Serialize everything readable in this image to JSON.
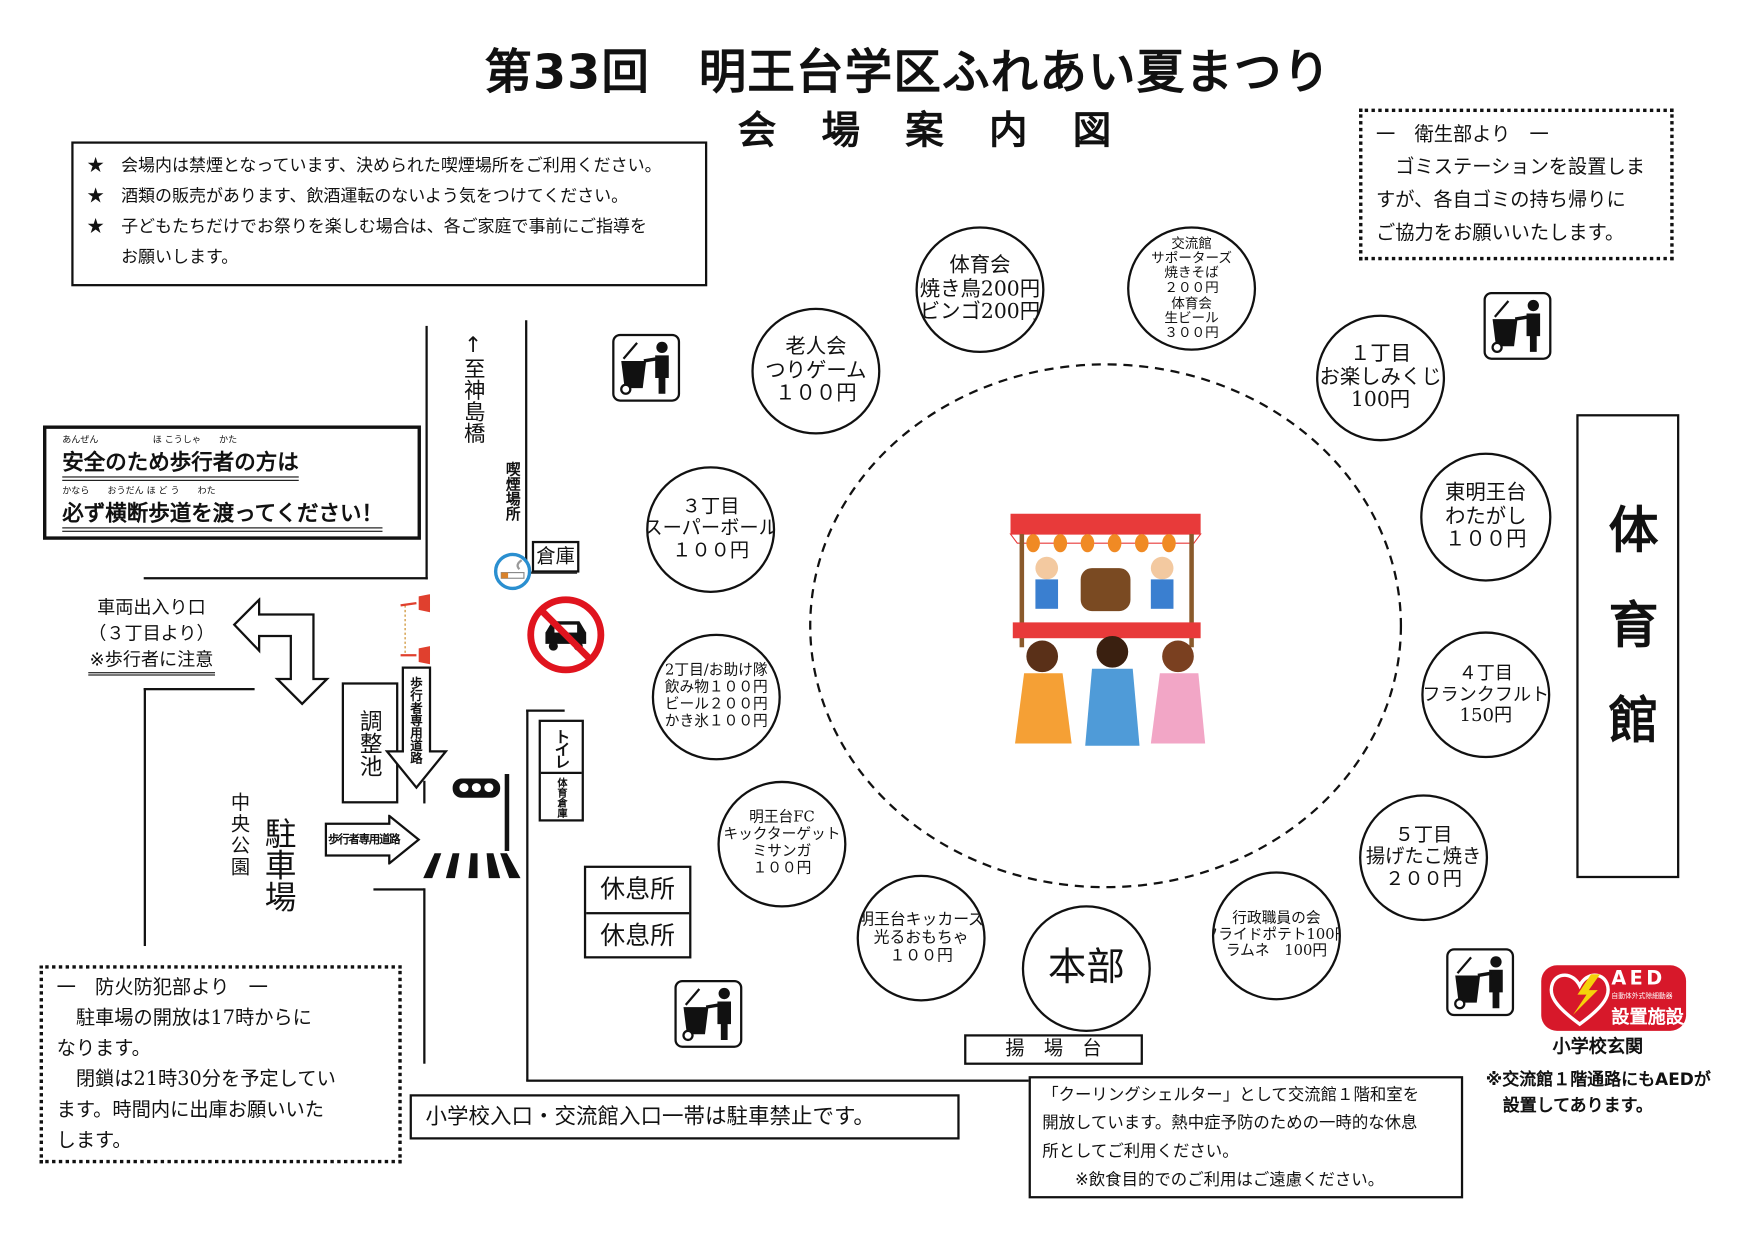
{
  "header": {
    "title": "第33回　明王台学区ふれあい夏まつり",
    "subtitle": "会場案内図"
  },
  "notices": {
    "rules": [
      "★　会場内は禁煙となっています、決められた喫煙場所をご利用ください。",
      "★　酒類の販売があります、飲酒運転のないよう気をつけてください。",
      "★　子どもたちだけでお祭りを楽しむ場合は、各ご家庭で事前にご指導を",
      "　　お願いします。"
    ],
    "sanitation": {
      "heading": "一　衛生部より　一",
      "lines": [
        "　ゴミステーションを設置しま",
        "すが、各自ゴミの持ち帰りに",
        "ご協力をお願いいたします。"
      ]
    },
    "safety": {
      "ruby1": "あんぜん　　　　　　ほ こうしゃ　　かた",
      "line1": "安全のため歩行者の方は",
      "ruby2": "かなら　　おうだん ほ ど う　　わた",
      "line2": "必ず横断歩道を渡ってください！"
    },
    "fire": {
      "heading": "一　防火防犯部より　一",
      "lines": [
        "　駐車場の開放は17時からに",
        "なります。",
        "　閉鎖は21時30分を予定してい",
        "ます。時間内に出庫お願いいた",
        "します。"
      ]
    },
    "no_parking": "小学校入口・交流館入口一帯は駐車禁止です。",
    "cooling": [
      "「クーリングシェルター」として交流館１階和室を",
      "開放しています。熱中症予防のための一時的な休息",
      "所としてご利用ください。",
      "　　※飲食目的でのご利用はご遠慮ください。"
    ],
    "aed_note": [
      "※交流館１階通路にもAEDが",
      "　設置してあります。"
    ]
  },
  "map": {
    "bridge": "↑至神島橋",
    "smoking_area": "喫煙場所",
    "warehouse": "倉庫",
    "vehicle_entrance": [
      "車両出入り口",
      "（３丁目より）",
      "※歩行者に注意"
    ],
    "pond": "調整池",
    "ped_road": "歩行者専用道路",
    "park": "中央公園",
    "parking": "駐車場",
    "toilet": "トイレ",
    "storage": "体育倉庫",
    "rest": [
      "休息所",
      "休息所"
    ],
    "gym": "体育館",
    "hq": "本部",
    "stage": "揚　場　台",
    "aed": {
      "title": "AED",
      "small": "自動体外式除細動器",
      "label": "設置施設"
    },
    "school_entrance": "小学校玄関"
  },
  "booths": [
    {
      "lines": [
        "老人会",
        "つりゲーム",
        "１００円"
      ]
    },
    {
      "lines": [
        "体育会",
        "焼き鳥200円",
        "ビンゴ200円"
      ]
    },
    {
      "lines": [
        "交流館",
        "サポーターズ",
        "焼きそば",
        "２００円",
        "体育会",
        "生ビール",
        "３００円"
      ]
    },
    {
      "lines": [
        "１丁目",
        "お楽しみくじ",
        "100円"
      ]
    },
    {
      "lines": [
        "３丁目",
        "スーパーボール",
        "１００円"
      ]
    },
    {
      "lines": [
        "東明王台",
        "わたがし",
        "１００円"
      ]
    },
    {
      "lines": [
        "2丁目/お助け隊",
        "飲み物１００円",
        "ビール２００円",
        "かき氷１００円"
      ]
    },
    {
      "lines": [
        "４丁目",
        "フランクフルト",
        "150円"
      ]
    },
    {
      "lines": [
        "明王台FC",
        "キックターゲット",
        "ミサンガ",
        "１００円"
      ]
    },
    {
      "lines": [
        "５丁目",
        "揚げたこ焼き",
        "２００円"
      ]
    },
    {
      "lines": [
        "明王台キッカーズ",
        "光るおもちゃ",
        "１００円"
      ]
    },
    {
      "lines": [
        "行政職員の会",
        "フライドポテト100円",
        "ラムネ　100円"
      ]
    }
  ],
  "colors": {
    "aed_red": "#d7182a",
    "no_car_red": "#e0141e",
    "smoke_blue": "#2a8fd0",
    "stall_red": "#e83a3a"
  }
}
